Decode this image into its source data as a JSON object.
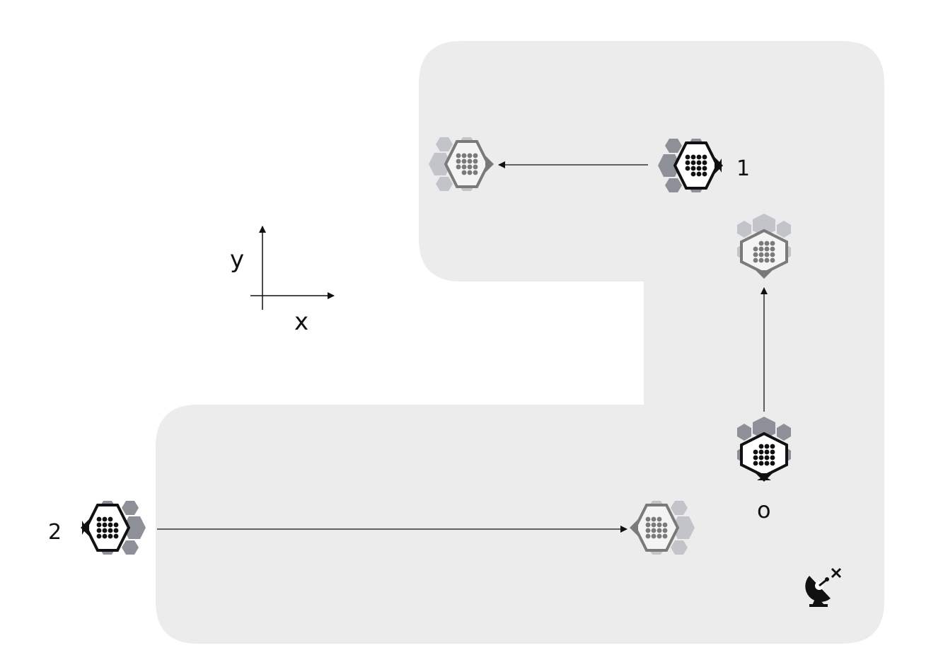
{
  "axes": {
    "x_label": "x",
    "y_label": "y"
  },
  "robots": [
    {
      "id": "robot-0",
      "label": "o",
      "state": "current"
    },
    {
      "id": "robot-0-target",
      "label": "",
      "state": "target"
    },
    {
      "id": "robot-1",
      "label": "1",
      "state": "current"
    },
    {
      "id": "robot-1-target",
      "label": "",
      "state": "target"
    },
    {
      "id": "robot-2",
      "label": "2",
      "state": "current"
    },
    {
      "id": "robot-2-target",
      "label": "",
      "state": "target"
    }
  ],
  "icons": {
    "signal": "satellite-dish-no-signal-icon"
  },
  "colors": {
    "region": "#ececec",
    "active_outline": "#111111",
    "ghost_outline": "#808080",
    "module_dark": "#8e9099",
    "module_light": "#c2c4c9"
  }
}
